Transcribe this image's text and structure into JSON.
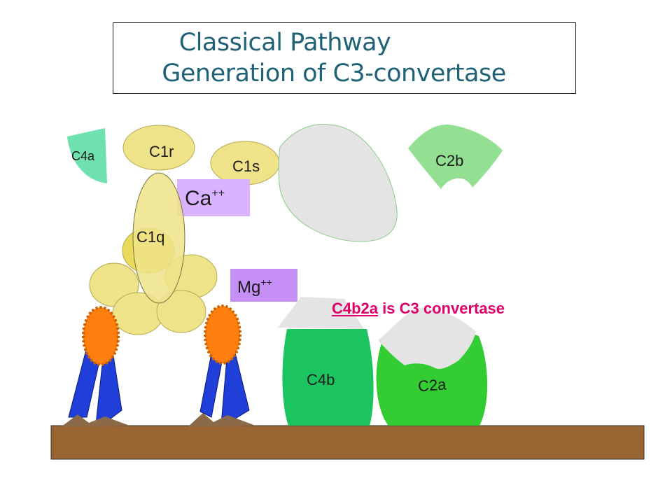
{
  "title": {
    "line1": "Classical Pathway",
    "line2": "Generation of C3-convertase"
  },
  "labels": {
    "c4a": "C4a",
    "c1r": "C1r",
    "c1s": "C1s",
    "c1q": "C1q",
    "c2b": "C2b",
    "c4b": "C4b",
    "c2a": "C2a",
    "ca": "Ca",
    "ca_sup": "++",
    "mg": "Mg",
    "mg_sup": "++"
  },
  "note": {
    "term": "C4b2a",
    "rest": " is C3 convertase"
  },
  "colors": {
    "title": "#1f6275",
    "c1": "#efe38a",
    "c1_stroke": "#7a7440",
    "ion_box": "#d9b3ff",
    "c4a": "#6fe0b0",
    "c2b": "#93e093",
    "c4b": "#1bc45f",
    "c2a": "#33cc33",
    "grey_fragment": "#e4e4e4",
    "membrane": "#996633",
    "antigen_head": "#ff7f0e",
    "antibody_blue": "#1f3fd8",
    "note": "#e0006b"
  }
}
